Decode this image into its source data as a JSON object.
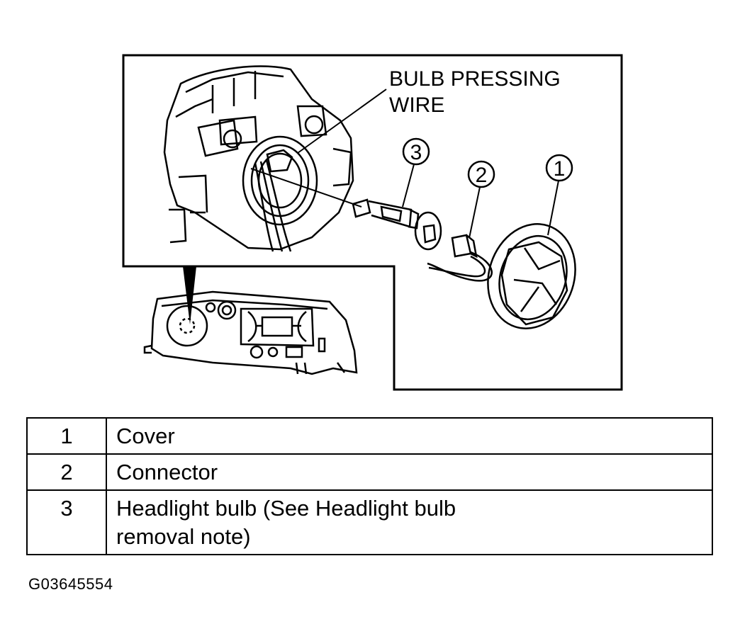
{
  "labels": {
    "bulb_pressing_wire_line1": "BULB PRESSING",
    "bulb_pressing_wire_line2": "WIRE"
  },
  "callouts": [
    "1",
    "2",
    "3"
  ],
  "legend": [
    {
      "num": "1",
      "desc_lines": [
        "Cover"
      ]
    },
    {
      "num": "2",
      "desc_lines": [
        "Connector"
      ]
    },
    {
      "num": "3",
      "desc_lines": [
        "Headlight bulb (See Headlight bulb",
        "removal note)"
      ]
    }
  ],
  "figure_id": "G03645554"
}
